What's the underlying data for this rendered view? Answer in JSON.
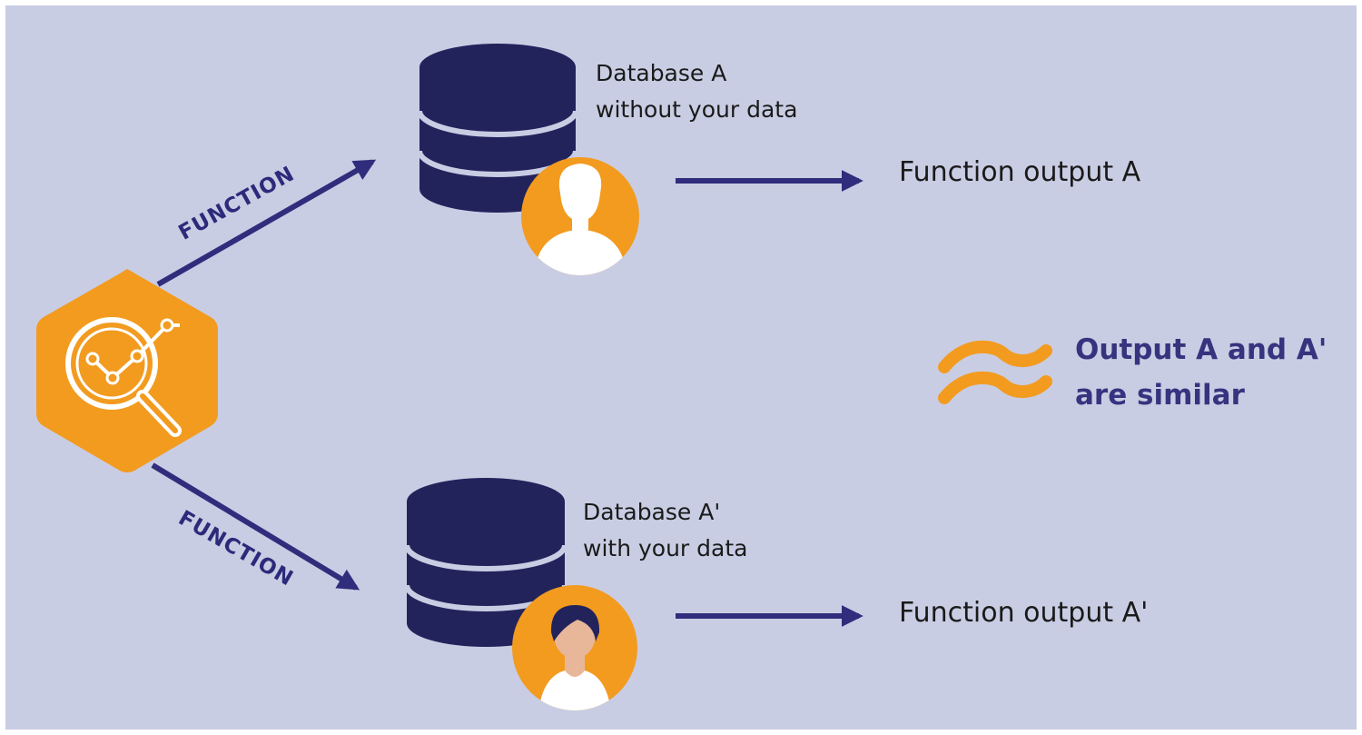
{
  "arrow_label_upper": "FUNCTION",
  "arrow_label_lower": "FUNCTION",
  "database_a": {
    "title": "Database A",
    "subtitle": "without your data",
    "output": "Function output A"
  },
  "database_a_prime": {
    "title": "Database A'",
    "subtitle": "with your data",
    "output": "Function output A'"
  },
  "similarity": {
    "line1": "Output A and A'",
    "line2": "are similar"
  },
  "icons": [
    "analytics-magnifier-icon",
    "database-icon",
    "person-silhouette-icon",
    "person-avatar-icon",
    "approximately-equal-icon",
    "arrow-icon"
  ],
  "colors": {
    "background": "#c9cde3",
    "navy": "#23235c",
    "arrow": "#2f2d7c",
    "orange": "#f29b1f",
    "text": "#1a1a1a"
  }
}
